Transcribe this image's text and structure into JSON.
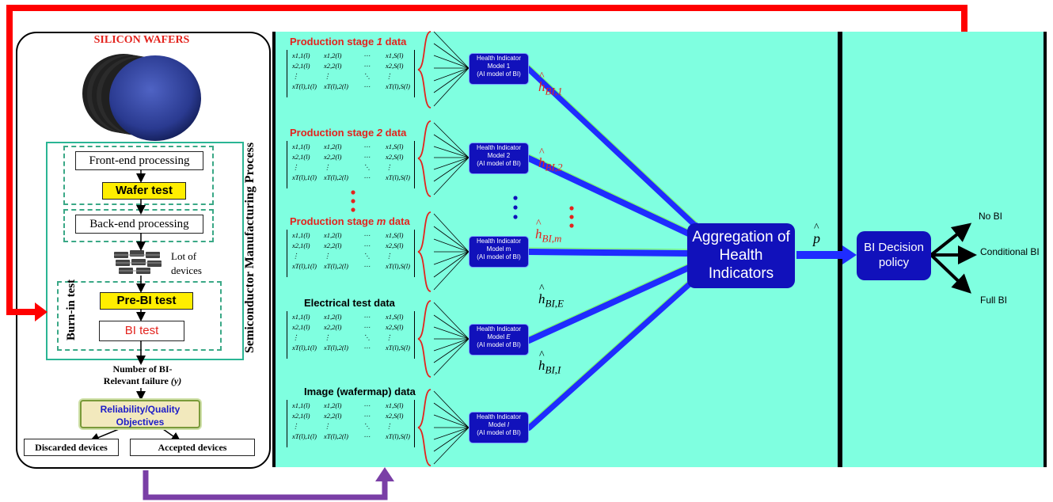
{
  "left_panel": {
    "title": "SILICON WAFERS",
    "process_label": "Semiconductor Manufacturing Process",
    "front_end": "Front-end processing",
    "wafer_test": "Wafer test",
    "back_end": "Back-end processing",
    "lot_of_devices": "Lot of devices",
    "burn_in_label": "Burn-in test",
    "pre_bi_test": "Pre-BI test",
    "bi_test": "BI test",
    "failure_count_line1": "Number of BI-",
    "failure_count_line2": "Relevant failure",
    "failure_count_var": "(y)",
    "objectives_line1": "Reliability/Quality",
    "objectives_line2": "Objectives",
    "discarded": "Discarded devices",
    "accepted": "Accepted devices"
  },
  "stages": [
    {
      "pre": "Production stage ",
      "var": "1",
      "post": " data",
      "color": "#e3231d",
      "model_pre": "Model ",
      "model_var": "1",
      "model_italic": false,
      "h_sub": "BI,1",
      "h_color": "#e3231d"
    },
    {
      "pre": "Production stage ",
      "var": "2",
      "post": " data",
      "color": "#e3231d",
      "model_pre": "Model ",
      "model_var": "2",
      "model_italic": false,
      "h_sub": "BI,2",
      "h_color": "#e3231d"
    },
    {
      "pre": "Production stage ",
      "var": "m",
      "post": " data",
      "color": "#e3231d",
      "model_pre": "Model ",
      "model_var": "m",
      "model_italic": false,
      "h_sub": "BI,m",
      "h_color": "#e3231d"
    },
    {
      "pre": "Electrical test data",
      "var": "",
      "post": "",
      "color": "#000000",
      "model_pre": "Model ",
      "model_var": "E",
      "model_italic": true,
      "h_sub": "BI,E",
      "h_color": "#000000"
    },
    {
      "pre": "Image (wafermap) data",
      "var": "",
      "post": "",
      "color": "#000000",
      "model_pre": "Model ",
      "model_var": "I",
      "model_italic": true,
      "h_sub": "BI,I",
      "h_color": "#000000"
    }
  ],
  "health_box": {
    "line1": "Health Indicator",
    "line3": "(AI model of BI)"
  },
  "matrix_rows": [
    [
      "x1,1(l)",
      "x1,2(l)",
      "⋯",
      "x1,S(l)"
    ],
    [
      "x2,1(l)",
      "x2,2(l)",
      "⋯",
      "x2,S(l)"
    ],
    [
      "⋮",
      "⋮",
      "⋱",
      "⋮"
    ],
    [
      "xT(l),1(l)",
      "xT(l),2(l)",
      "⋯",
      "xT(l),S(l)"
    ]
  ],
  "h_symbol": "h",
  "aggregation": "Aggregation of Health Indicators",
  "p_hat": "p",
  "decision": "BI Decision policy",
  "outcomes": [
    "No BI",
    "Conditional BI",
    "Full BI"
  ],
  "colors": {
    "cyan": "#7fffe0",
    "navy": "#1111bb",
    "red_arrow": "#ff0000",
    "purple_arrow": "#7a3fa6",
    "flow_arrow": "#1f2cff"
  }
}
